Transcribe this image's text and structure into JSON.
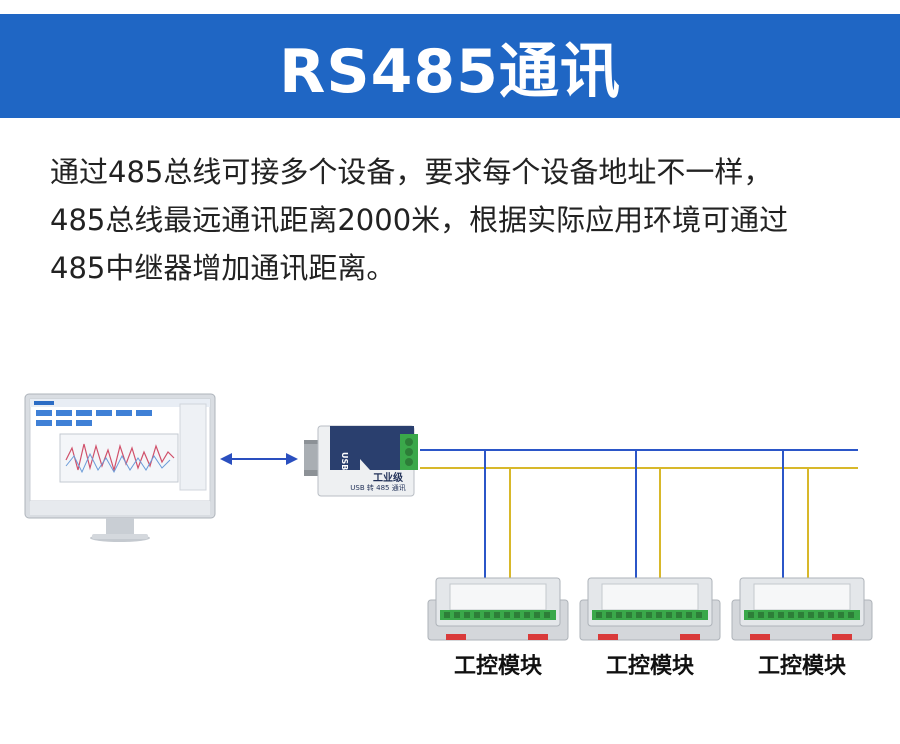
{
  "title": "RS485通讯",
  "description": [
    "通过485总线可接多个设备，要求每个设备地址不一样，",
    "485总线最远通讯距离2000米，根据实际应用环境可通过",
    "485中继器增加通讯距离。"
  ],
  "converter": {
    "usb_label": "USB",
    "brand_label": "工业级",
    "model_label": "USB 转 485 通讯"
  },
  "modules": [
    {
      "label": "工控模块"
    },
    {
      "label": "工控模块"
    },
    {
      "label": "工控模块"
    }
  ],
  "colors": {
    "banner": "#1f66c4",
    "bus_a": "#2b56c8",
    "bus_b": "#d8b82a",
    "arrow": "#2a4fbf"
  }
}
